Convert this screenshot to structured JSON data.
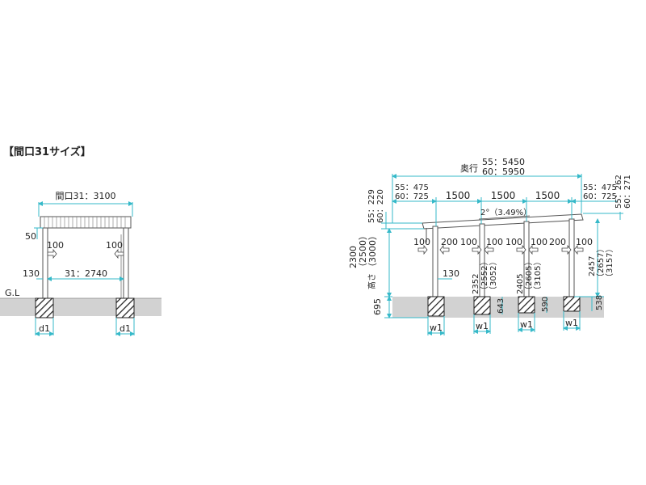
{
  "section_title": "【間口31サイズ】",
  "front_view": {
    "span_total_label": "間口31：3100",
    "span_inner_label": "31：2740",
    "beam_height_label": "50",
    "post_offset_left": "100",
    "post_offset_right": "100",
    "post_height_label": "130",
    "ground_label": "G.L",
    "foundation_left": "d1",
    "foundation_right": "d1"
  },
  "side_view": {
    "depth_label": "奥行",
    "depth_55": "55：5450",
    "depth_60": "60：5950",
    "overhang_left_55": "55：475",
    "overhang_left_60": "60：725",
    "overhang_right_55": "55：475",
    "overhang_right_60": "60：725",
    "spacing": [
      "1500",
      "1500",
      "1500"
    ],
    "roof_thickness_left_55": "55：229",
    "roof_thickness_left_60": "60：220",
    "roof_thickness_right_55": "55：262",
    "roof_thickness_right_60": "60：271",
    "slope_label": "2°（3.49%）",
    "post_offsets": [
      "100",
      "200",
      "100",
      "100",
      "100",
      "100",
      "200",
      "100"
    ],
    "post1_inner": "130",
    "height_label": "高さ",
    "height_values": [
      "2300",
      "（2500）",
      "（3000）"
    ],
    "post2_heights": [
      "2352",
      "（2552）",
      "（3052）"
    ],
    "post3_heights": [
      "2405",
      "（2605）",
      "（3105）"
    ],
    "post4_heights": [
      "2457",
      "（2657）",
      "（3157）"
    ],
    "foundation_depth_left": "695",
    "foundation_depths": [
      "643",
      "590",
      "538"
    ],
    "foundation_labels": [
      "w1",
      "w1",
      "w1",
      "w1"
    ]
  }
}
